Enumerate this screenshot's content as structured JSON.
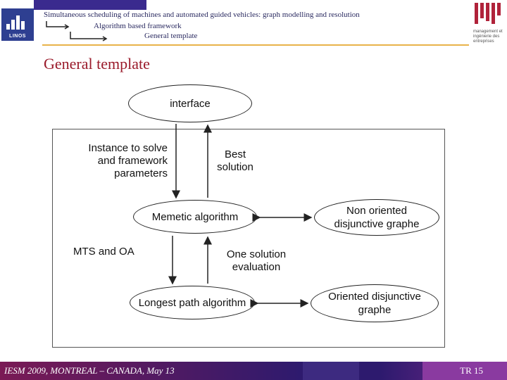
{
  "header": {
    "logo_left_text": "LINOS",
    "breadcrumb": [
      "Simultaneous scheduling of machines and automated guided vehicles: graph modelling and resolution",
      "Algorithm based framework",
      "General template"
    ],
    "logo_right_text": "management et ingénierie des entreprises"
  },
  "title": "General template",
  "diagram": {
    "nodes": {
      "interface": "interface",
      "memetic": "Memetic algorithm",
      "longest": "Longest path algorithm",
      "non_oriented": "Non oriented disjunctive graphe",
      "oriented": "Oriented disjunctive graphe"
    },
    "labels": {
      "instance": "Instance to solve and framework parameters",
      "best": "Best solution",
      "mts": "MTS and OA",
      "one_solution": "One solution evaluation"
    }
  },
  "footer": {
    "text": "IESM 2009, MONTREAL – CANADA, May 13",
    "page": "TR 15"
  },
  "colors": {
    "title": "#9a1a2a",
    "header_rule": "#e8b34a",
    "footer": "#2d1a6e"
  }
}
